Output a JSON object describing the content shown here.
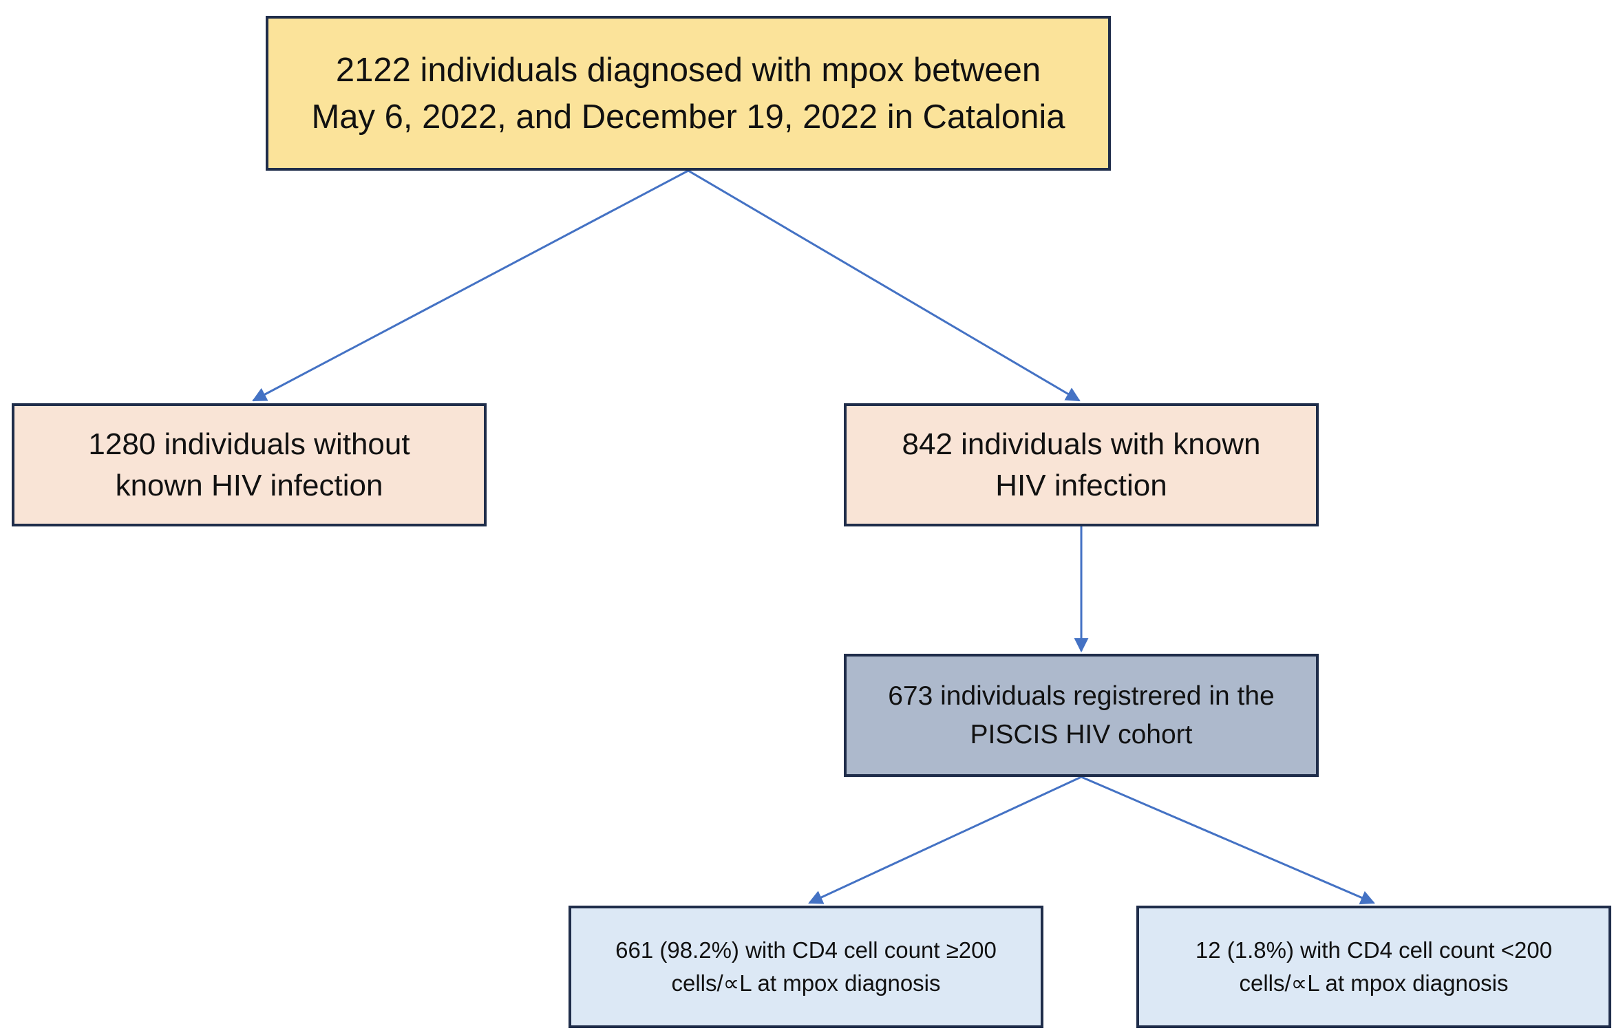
{
  "colors": {
    "border": "#1f2d4a",
    "arrow": "#4472c4",
    "top_fill": "#fbe39a",
    "hiv_status_fill": "#f9e4d6",
    "cohort_fill": "#adb9cc",
    "cd4_fill": "#dce8f5"
  },
  "boxes": {
    "top": {
      "line1": "2122 individuals diagnosed with mpox between",
      "line2": "May 6, 2022, and December 19, 2022 in Catalonia"
    },
    "without_hiv": {
      "line1": "1280 individuals without",
      "line2": "known HIV infection"
    },
    "with_hiv": {
      "line1": "842 individuals with known",
      "line2": "HIV infection"
    },
    "piscis": {
      "line1": "673 individuals registrered in the",
      "line2": "PISCIS HIV cohort"
    },
    "cd4_high": {
      "line1": "661 (98.2%) with CD4 cell count ≥200",
      "line2": "cells/∝L at mpox diagnosis"
    },
    "cd4_low": {
      "line1": "12 (1.8%) with CD4 cell count <200",
      "line2": "cells/∝L at mpox diagnosis"
    }
  }
}
